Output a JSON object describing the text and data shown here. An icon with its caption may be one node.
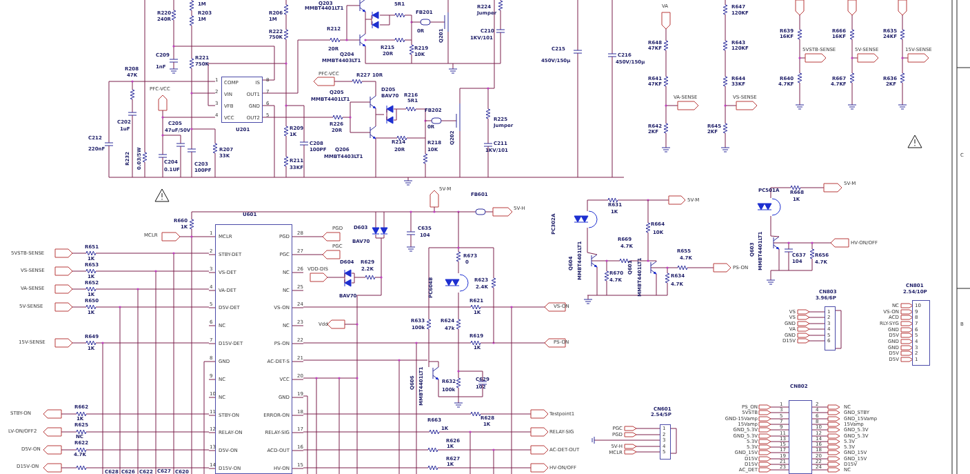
{
  "diagram": {
    "nodes": [
      {
        "text": [
          "U201",
          "COMP",
          "IS",
          "VIN",
          "OUT1",
          "VFB",
          "GND",
          "VCC",
          "OUT2"
        ],
        "beside": [
          "1",
          "8",
          "2",
          "7",
          "3",
          "6",
          "4",
          "5"
        ]
      },
      {
        "text": [
          "U601",
          "MCLR",
          "PGD",
          "STBY-DET",
          "PGC",
          "VS-DET",
          "NC",
          "VA-DET",
          "NC",
          "D5V-DET",
          "VS-ON",
          "NC",
          "NC",
          "D15V-DET",
          "PS-ON",
          "GND",
          "AC-DET-S",
          "NC",
          "VCC",
          "NC",
          "GND",
          "STBY-ON",
          "ERROR-ON",
          "RELAY-ON",
          "RELAY-SIG",
          "D5V-ON",
          "ACD-OUT",
          "D15V-ON",
          "HV-ON"
        ],
        "beside": [
          "1",
          "28",
          "2",
          "27",
          "3",
          "26",
          "4",
          "25",
          "5",
          "24",
          "6",
          "23",
          "7",
          "22",
          "8",
          "21",
          "9",
          "20",
          "10",
          "19",
          "11",
          "18",
          "12",
          "17",
          "13",
          "16",
          "14",
          "15"
        ]
      },
      {
        "text": [
          "CN803",
          "3.96/6P",
          "1",
          "2",
          "3",
          "4",
          "5",
          "6"
        ]
      },
      {
        "text": [
          "CN801",
          "2.54/10P",
          "10",
          "9",
          "8",
          "7",
          "6",
          "5",
          "4",
          "3",
          "2",
          "1"
        ]
      },
      {
        "text": [
          "CN601",
          "2.54/5P",
          "1",
          "2",
          "3",
          "4",
          "5"
        ]
      },
      {
        "text": [
          "CN802"
        ]
      }
    ],
    "labels": [
      "1M",
      "R220",
      "240R",
      "R203",
      "1M",
      "R206",
      "1M",
      "R222",
      "750K",
      "C209",
      "1nF",
      "R221",
      "750K",
      "R208",
      "47K",
      "PFC-VCC",
      "C202",
      "1uF",
      "C205",
      "47uF/50V",
      "C212",
      "220nF",
      "R232",
      "0.03/5W",
      "C204",
      "0.1UF",
      "C203",
      "100PF",
      "R207",
      "33K",
      "R209",
      "1K",
      "R211",
      "33KF",
      "C208",
      "100PF",
      "Q203",
      "MMBT4401LT1",
      "5R1",
      "FB201",
      "0R",
      "Q201",
      "R224",
      "Jumper",
      "C210",
      "1KV/101",
      "R212",
      "20R",
      "Q204",
      "MMBT4403LT1",
      "R215",
      "20R",
      "R219",
      "10K",
      "PFC-VCC",
      "R227",
      "10R",
      "Q205",
      "MMBT4401LT1",
      "D205",
      "BAV70",
      "R216",
      "5R1",
      "FB202",
      "0R",
      "Q202",
      "R225",
      "Jumper",
      "C211",
      "1KV/101",
      "R226",
      "20R",
      "R214",
      "R218",
      "Q206",
      "20R",
      "10K",
      "MMBT4403LT1",
      "C215",
      "450V/150μ",
      "C216",
      "450V/150μ",
      "VA",
      "R648",
      "47KF",
      "R641",
      "47KF",
      "VA-SENSE",
      "R642",
      "2KF",
      "R647",
      "120KF",
      "R643",
      "120KF",
      "R644",
      "33KF",
      "VS-SENSE",
      "R645",
      "2KF",
      "R639",
      "16KF",
      "5VSTB-SENSE",
      "R640",
      "4.7KF",
      "R666",
      "16KF",
      "5V-SENSE",
      "R667",
      "4.7KF",
      "R635",
      "24KF",
      "15V-SENSE",
      "R636",
      "2KF",
      "C",
      "B",
      "R660",
      "1K",
      "MCLR",
      "5VSTB-SENSE",
      "R651",
      "1K",
      "VS-SENSE",
      "R653",
      "1K",
      "VA-SENSE",
      "R652",
      "1K",
      "5V-SENSE",
      "R650",
      "1K",
      "15V-SENSE",
      "R649",
      "1K",
      "STBY-ON",
      "R662",
      "1K",
      "LV-ON/OFF2",
      "R625",
      "NC",
      "D5V-ON",
      "R622",
      "4.7K",
      "D15V-ON",
      "C628",
      "C626",
      "C622",
      "C627",
      "C620",
      "5V-M",
      "FB601",
      "5V-H",
      "PGD",
      "D603",
      "BAV70",
      "C635",
      "104",
      "PGC",
      "D604",
      "R629",
      "VDD-DIS",
      "2.2K",
      "R673",
      "0",
      "PC604B",
      "R623",
      "2.4K",
      "BAV70",
      "R621",
      "1K",
      "VS-ON",
      "Vdd",
      "R633",
      "100k",
      "R624",
      "47k",
      "R619",
      "1K",
      "PS-ON",
      "Q606",
      "MMBT4401LT1",
      "R632",
      "100k",
      "C629",
      "102",
      "Testpoint1",
      "R628",
      "1K",
      "R663",
      "1K",
      "RELAY-SIG",
      "R626",
      "1K",
      "AC-DET-OUT",
      "R627",
      "1K",
      "HV-ON/OFF",
      "R631",
      "1K",
      "5V-M",
      "PC302A",
      "R664",
      "10K",
      "R669",
      "4.7K",
      "Q604",
      "MMBT4401LT1",
      "R670",
      "4.7K",
      "R655",
      "4.7K",
      "PS-ON",
      "Q601",
      "MMBT4401LT1",
      "R634",
      "4.7K",
      "PC501A",
      "R668",
      "1K",
      "5V-M",
      "Q603",
      "MMBT4401LT1",
      "HV-ON/OFF",
      "C637",
      "104",
      "R656",
      "4.7K",
      "VS",
      "VS",
      "GND",
      "VA",
      "GND",
      "D15V",
      "NC",
      "VS-ON",
      "ACD",
      "RLY-SYG",
      "GND",
      "D5V",
      "GND",
      "GND",
      "D5V",
      "D5V",
      "PGC",
      "PGD",
      "5V-H",
      "MCLR",
      "PS_ON",
      "5VSTB",
      "GND-15Vamp",
      "15Vamp",
      "GND_5.3V",
      "GND_5.3V",
      "5.3V",
      "5.3V",
      "GND_15V",
      "D15V",
      "D15V",
      "AC_DET",
      "NC",
      "GND_STBY",
      "GND_15Vamp",
      "15Vamp",
      "GND_5.3V",
      "GND_5.3V",
      "5.3V",
      "5.3V",
      "GND_15V",
      "GND_15V",
      "D15V",
      "NC",
      "1",
      "2",
      "3",
      "4",
      "5",
      "6",
      "7",
      "8",
      "9",
      "10",
      "11",
      "12",
      "13",
      "14",
      "15",
      "16",
      "17",
      "18",
      "19",
      "20",
      "21",
      "22",
      "23",
      "24"
    ]
  }
}
